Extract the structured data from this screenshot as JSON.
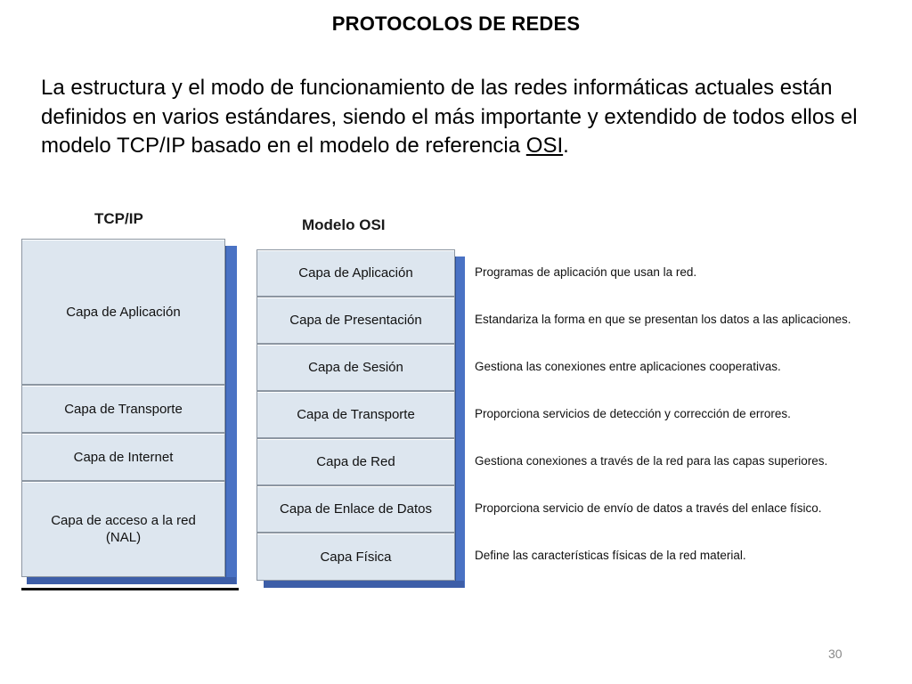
{
  "slide": {
    "title": "PROTOCOLOS DE REDES",
    "intro_before_link": "La estructura y el modo de funcionamiento de las redes informáticas actuales están definidos en varios estándares, siendo el más importante y extendido de todos ellos el modelo TCP/IP basado en el modelo de referencia ",
    "intro_link": "OSI",
    "intro_after_link": ".",
    "page_number": "30"
  },
  "tcpip": {
    "heading": "TCP/IP",
    "layers": [
      {
        "label": "Capa de Aplicación"
      },
      {
        "label": "Capa de Transporte"
      },
      {
        "label": "Capa de Internet"
      },
      {
        "label": "Capa de acceso a la red\n(NAL)"
      }
    ]
  },
  "osi": {
    "heading": "Modelo OSI",
    "layers": [
      {
        "label": "Capa de Aplicación",
        "description": "Programas de aplicación que usan la red."
      },
      {
        "label": "Capa de Presentación",
        "description": "Estandariza la forma en que se presentan los datos a las aplicaciones."
      },
      {
        "label": "Capa de Sesión",
        "description": "Gestiona las conexiones entre aplicaciones cooperativas."
      },
      {
        "label": "Capa de Transporte",
        "description": "Proporciona servicios de detección y corrección de errores."
      },
      {
        "label": "Capa de Red",
        "description": "Gestiona conexiones a través de la red para las capas superiores."
      },
      {
        "label": "Capa de Enlace de Datos",
        "description": "Proporciona servicio de envío de datos a través del enlace físico."
      },
      {
        "label": "Capa Física",
        "description": "Define las características físicas de la red material."
      }
    ]
  },
  "colors": {
    "layer_fill": "#dde6ef",
    "layer_side": "#4a72c4",
    "layer_border": "#8c96a2"
  }
}
